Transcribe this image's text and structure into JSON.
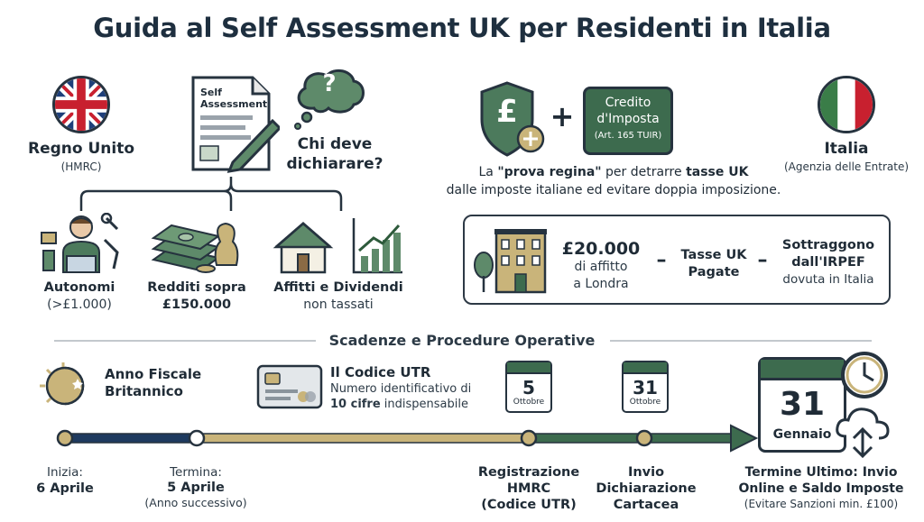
{
  "header": {
    "title": "Guida al Self Assessment UK per Residenti in Italia"
  },
  "uk": {
    "name": "Regno Unito",
    "authority": "(HMRC)",
    "flag_icon": "uk-flag-icon"
  },
  "italy": {
    "name": "Italia",
    "authority": "(Agenzia delle Entrate)",
    "flag_icon": "italy-flag-icon"
  },
  "document": {
    "label_line1": "Self",
    "label_line2": "Assessment",
    "question_mark": "?"
  },
  "question": {
    "line1": "Chi deve",
    "line2": "dichiarare?"
  },
  "categories": [
    {
      "title": "Autonomi",
      "sub": "(>£1.000)",
      "icon": "freelancer-icon"
    },
    {
      "title": "Redditi sopra",
      "sub": "£150.000",
      "icon": "money-stack-icon"
    },
    {
      "title": "Affitti e Dividendi",
      "sub": "non tassati",
      "icon": "house-growth-icon"
    }
  ],
  "credit": {
    "symbol": "£",
    "plus": "+",
    "card_line1": "Credito",
    "card_line2": "d'Imposta",
    "card_line3": "(Art. 165 TUIR)",
    "desc_pre": "La ",
    "desc_bold1": "\"prova regina\"",
    "desc_mid": " per detrarre ",
    "desc_bold2": "tasse UK",
    "desc_line2": "dalle imposte italiane ed evitare doppia imposizione."
  },
  "example": {
    "amount": "£20.000",
    "amount_sub1": "di affitto",
    "amount_sub2": "a Londra",
    "dash1": "–",
    "paid_line1": "Tasse UK",
    "paid_line2": "Pagate",
    "dash2": "–",
    "subtract_line1": "Sottraggono",
    "subtract_line2": "dall'IRPEF",
    "subtract_line3": "dovuta in Italia"
  },
  "timeline": {
    "heading": "Scadenze e Procedure Operative",
    "fiscal_year": {
      "line1": "Anno Fiscale",
      "line2": "Britannico"
    },
    "utr": {
      "title": "Il Codice UTR",
      "desc1": "Numero identificativo di",
      "desc2_bold": "10 cifre",
      "desc2_rest": " indispensabile"
    },
    "calendars": [
      {
        "day": "5",
        "month": "Ottobre"
      },
      {
        "day": "31",
        "month": "Ottobre"
      },
      {
        "day": "31",
        "month": "Gennaio"
      }
    ],
    "milestones": [
      {
        "line1": "Inizia:",
        "line2": "6 Aprile",
        "line3": ""
      },
      {
        "line1": "Termina:",
        "line2": "5 Aprile",
        "line3": "(Anno successivo)"
      },
      {
        "line1": "Registrazione",
        "line2": "HMRC",
        "line3": "(Codice UTR)"
      },
      {
        "line1": "Invio",
        "line2": "Dichiarazione",
        "line3": "Cartacea"
      },
      {
        "line1": "Termine Ultimo: Invio",
        "line2": "Online e Saldo Imposte",
        "line3": "(Evitare Sanzioni min. £100)"
      }
    ]
  },
  "colors": {
    "navy": "#1e3a5f",
    "gold": "#c9b47a",
    "green": "#3d6b4e",
    "dark": "#1f2b36"
  }
}
